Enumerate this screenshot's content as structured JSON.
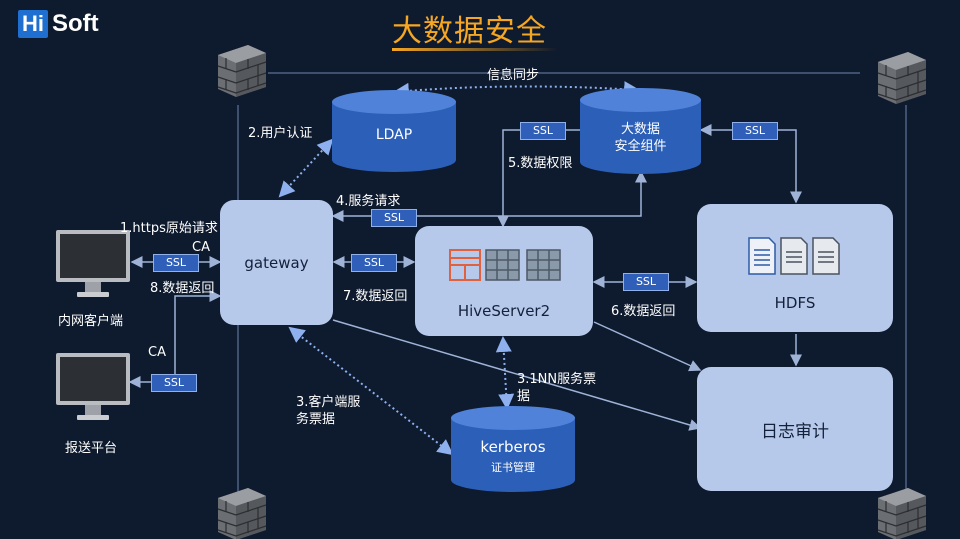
{
  "brand": {
    "hi": "Hi",
    "soft": "Soft"
  },
  "title": "大数据安全",
  "nodes": {
    "ldap": "LDAP",
    "security_line1": "大数据",
    "security_line2": "安全组件",
    "gateway": "gateway",
    "hiveserver": "HiveServer2",
    "hdfs": "HDFS",
    "audit": "日志审计",
    "kerberos": "kerberos",
    "kerberos_sub": "证书管理",
    "intranet_client": "内网客户端",
    "report_platform": "报送平台"
  },
  "ssl_label": "SSL",
  "ca_label": "CA",
  "labels": {
    "info_sync": "信息同步",
    "user_auth": "2.用户认证",
    "data_perm": "5.数据权限",
    "service_req": "4.服务请求",
    "https_req": "1.https原始请求",
    "data_return_8": "8.数据返回",
    "data_return_7": "7.数据返回",
    "data_return_6": "6.数据返回",
    "nn_ticket_1": "3.1NN服务票",
    "nn_ticket_2": "据",
    "client_ticket_1": "3.客户端服",
    "client_ticket_2": "务票据"
  },
  "colors": {
    "title": "#f5a623",
    "box": "#b7c9ea",
    "cylinder": "#2b5fb8",
    "ssl": "#2f5fb8",
    "background": "#0e1a2d"
  }
}
